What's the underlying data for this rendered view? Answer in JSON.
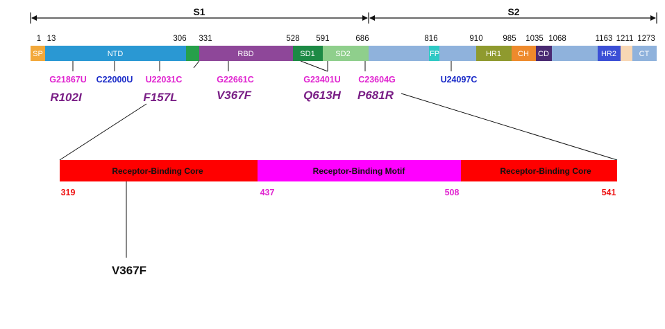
{
  "regions": {
    "s1": "S1",
    "s2": "S2"
  },
  "positions": [
    "1",
    "13",
    "306",
    "331",
    "528",
    "591",
    "686",
    "816",
    "910",
    "985",
    "1035",
    "1068",
    "1163",
    "1211",
    "1273"
  ],
  "domains": [
    {
      "label": "SP",
      "color": "#f2a83a"
    },
    {
      "label": "NTD",
      "color": "#2a98d3"
    },
    {
      "label": "",
      "color": "#26a04a"
    },
    {
      "label": "RBD",
      "color": "#8e4799"
    },
    {
      "label": "SD1",
      "color": "#1d8a45"
    },
    {
      "label": "SD2",
      "color": "#8fcf8c"
    },
    {
      "label": "",
      "color": "#8fb2dc"
    },
    {
      "label": "FP",
      "color": "#2ec9c4"
    },
    {
      "label": "",
      "color": "#8fb2dc"
    },
    {
      "label": "HR1",
      "color": "#8f9a2e"
    },
    {
      "label": "CH",
      "color": "#ee8a2c"
    },
    {
      "label": "CD",
      "color": "#4a2a72"
    },
    {
      "label": "",
      "color": "#8fb2dc"
    },
    {
      "label": "HR2",
      "color": "#3b4fd6"
    },
    {
      "label": "",
      "color": "#f8d7b4"
    },
    {
      "label": "CT",
      "color": "#8fb2dc"
    }
  ],
  "mutations": [
    {
      "nt": "G21867U",
      "aa": "R102I",
      "nt_color": "#e025d0"
    },
    {
      "nt": "C22000U",
      "aa": "",
      "nt_color": "#1a2bc8"
    },
    {
      "nt": "U22031C",
      "aa": "F157L",
      "nt_color": "#e025d0"
    },
    {
      "nt": "G22661C",
      "aa": "V367F",
      "nt_color": "#e025d0"
    },
    {
      "nt": "G23401U",
      "aa": "Q613H",
      "nt_color": "#e025d0"
    },
    {
      "nt": "C23604G",
      "aa": "P681R",
      "nt_color": "#e025d0"
    },
    {
      "nt": "U24097C",
      "aa": "",
      "nt_color": "#1a2bc8"
    }
  ],
  "rbd_detail": {
    "segments": [
      {
        "label": "Receptor-Binding Core",
        "color": "#ff0000"
      },
      {
        "label": "Receptor-Binding Motif",
        "color": "#ff00ff"
      },
      {
        "label": "Receptor-Binding Core",
        "color": "#ff0000"
      }
    ],
    "positions": [
      {
        "label": "319",
        "color": "#ee1111"
      },
      {
        "label": "437",
        "color": "#e025d0"
      },
      {
        "label": "508",
        "color": "#e025d0"
      },
      {
        "label": "541",
        "color": "#ee1111"
      }
    ],
    "callout": "V367F"
  }
}
